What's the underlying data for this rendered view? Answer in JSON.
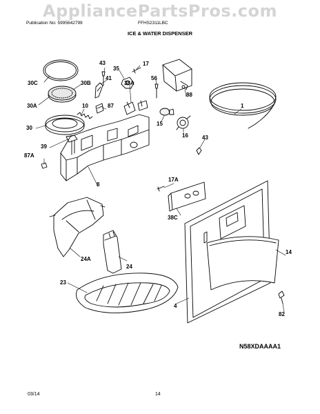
{
  "watermark": "AppliancePartsPros.com",
  "header": {
    "publication": "Publication No: 5995642799",
    "model": "FFHS2311LBC"
  },
  "section_title": "ICE & WATER DISPENSER",
  "diagram_code": "N58XDAAAA1",
  "footer": {
    "date": "03/14",
    "page": "14"
  },
  "callouts": [
    {
      "id": "43a",
      "text": "43"
    },
    {
      "id": "35",
      "text": "35"
    },
    {
      "id": "17",
      "text": "17"
    },
    {
      "id": "30C",
      "text": "30C"
    },
    {
      "id": "30B",
      "text": "30B"
    },
    {
      "id": "41",
      "text": "41"
    },
    {
      "id": "88",
      "text": "88"
    },
    {
      "id": "38A",
      "text": "38A"
    },
    {
      "id": "56",
      "text": "56"
    },
    {
      "id": "30A",
      "text": "30A"
    },
    {
      "id": "10",
      "text": "10"
    },
    {
      "id": "87",
      "text": "87"
    },
    {
      "id": "1",
      "text": "1"
    },
    {
      "id": "15",
      "text": "15"
    },
    {
      "id": "30",
      "text": "30"
    },
    {
      "id": "16",
      "text": "16"
    },
    {
      "id": "43b",
      "text": "43"
    },
    {
      "id": "39",
      "text": "39"
    },
    {
      "id": "87A",
      "text": "87A"
    },
    {
      "id": "8",
      "text": "8"
    },
    {
      "id": "17A",
      "text": "17A"
    },
    {
      "id": "38C",
      "text": "38C"
    },
    {
      "id": "14",
      "text": "14"
    },
    {
      "id": "24A",
      "text": "24A"
    },
    {
      "id": "24",
      "text": "24"
    },
    {
      "id": "23",
      "text": "23"
    },
    {
      "id": "4",
      "text": "4"
    },
    {
      "id": "82",
      "text": "82"
    }
  ]
}
